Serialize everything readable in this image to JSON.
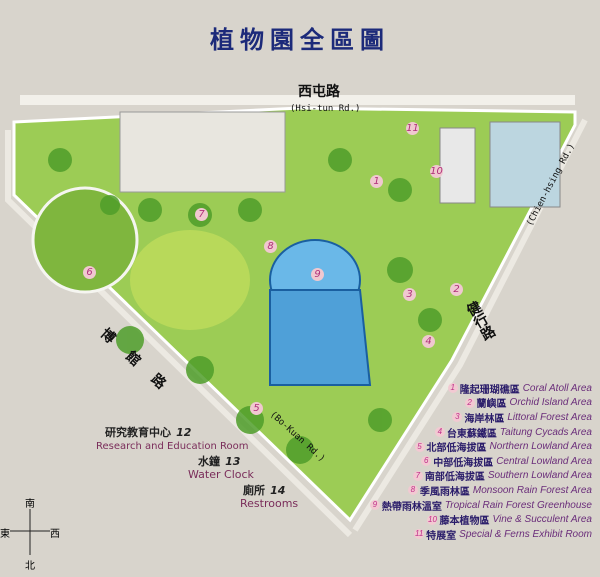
{
  "title": "植物園全區圖",
  "roads": {
    "north": {
      "cn": "西屯路",
      "en": "(Hsi-tun Rd.)"
    },
    "east": {
      "cn": "健行路",
      "en": "(Chien-hsing Rd.)"
    },
    "southwest": {
      "cn": "博館路",
      "en": "(Bo-Kuan Rd.)"
    }
  },
  "legend": [
    {
      "num": "1",
      "cn": "隆起珊瑚礁區",
      "en": "Coral Atoll Area"
    },
    {
      "num": "2",
      "cn": "蘭嶼區",
      "en": "Orchid Island Area"
    },
    {
      "num": "3",
      "cn": "海岸林區",
      "en": "Littoral Forest Area"
    },
    {
      "num": "4",
      "cn": "台東蘇鐵區",
      "en": "Taitung Cycads Area"
    },
    {
      "num": "5",
      "cn": "北部低海拔區",
      "en": "Northern Lowland Area"
    },
    {
      "num": "6",
      "cn": "中部低海拔區",
      "en": "Central Lowland Area"
    },
    {
      "num": "7",
      "cn": "南部低海拔區",
      "en": "Southern Lowland Area"
    },
    {
      "num": "8",
      "cn": "季風雨林區",
      "en": "Monsoon Rain Forest Area"
    },
    {
      "num": "9",
      "cn": "熱帶雨林溫室",
      "en": "Tropical Rain Forest Greenhouse"
    },
    {
      "num": "10",
      "cn": "藤本植物區",
      "en": "Vine & Succulent Area"
    },
    {
      "num": "11",
      "cn": "特展室",
      "en": "Special & Ferns Exhibit Room"
    }
  ],
  "facilities": [
    {
      "num": "12",
      "cn": "研究教育中心",
      "en": "Research and Education Room"
    },
    {
      "num": "13",
      "cn": "水鐘",
      "en": "Water Clock"
    },
    {
      "num": "14",
      "cn": "廁所",
      "en": "Restrooms"
    }
  ],
  "compass": {
    "south": "南",
    "north": "北",
    "east": "東",
    "west": "西"
  },
  "colors": {
    "background": "#d8d4cc",
    "title": "#1c2a7a",
    "grass": "#8cc24a",
    "trees": "#5aa832",
    "greenhouse": "#3a8fd0",
    "area_marker": "#f0c8d0"
  }
}
